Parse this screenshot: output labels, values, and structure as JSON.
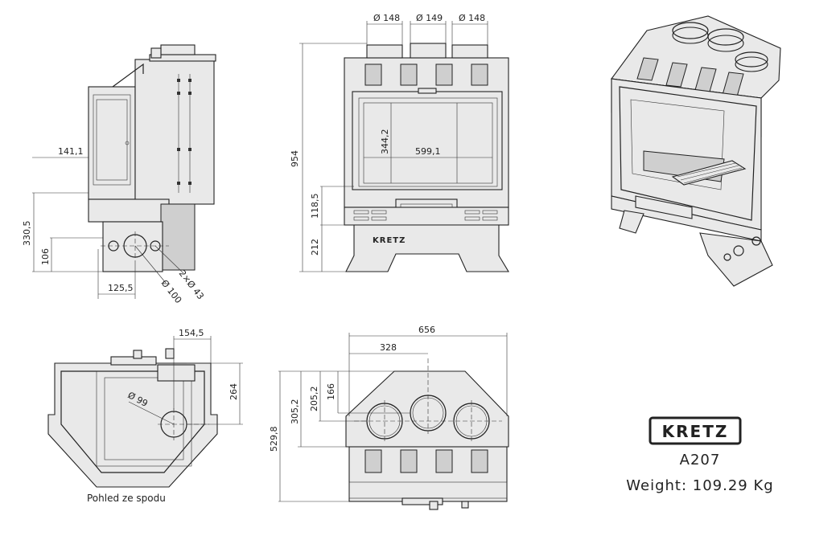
{
  "brand": {
    "logo_text": "KRETZ"
  },
  "product": {
    "model": "A207",
    "weight": "Weight: 109.29 Kg"
  },
  "views": {
    "bottom_view_caption": "Pohled ze spodu"
  },
  "dimensions": {
    "top_outlet_1": "Ø 148",
    "top_outlet_2": "Ø 149",
    "top_outlet_3": "Ø 148",
    "total_height": "954",
    "glass_height": "344,2",
    "glass_width": "599,1",
    "ash_drawer_height": "118,5",
    "base_height": "212",
    "side_depth": "141,1",
    "side_height": "330,5",
    "side_hole_offset": "106",
    "side_hole_x": "125,5",
    "side_hole_dia": "Ø 100",
    "side_small_holes": "2×Ø 43",
    "bottom_offset_x": "154,5",
    "bottom_offset_y": "264",
    "bottom_hole_dia": "Ø 99",
    "plan_width": "656",
    "plan_half_width": "328",
    "plan_depth_1": "166",
    "plan_depth_2": "205,2",
    "plan_depth_3": "305,2",
    "plan_total_depth": "529,8"
  },
  "colors": {
    "line": "#222222",
    "panel": "#e9e9e9",
    "shade": "#cfcfcf"
  }
}
